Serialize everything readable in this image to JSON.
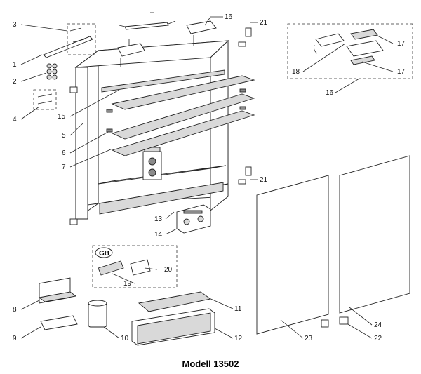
{
  "title": "Modell 13502",
  "inset_label": "GB",
  "labels": {
    "p1": "1",
    "p2": "2",
    "p3": "3",
    "p4": "4",
    "p5": "5",
    "p6": "6",
    "p7": "7",
    "p8": "8",
    "p9": "9",
    "p10": "10",
    "p11": "11",
    "p12": "12",
    "p13": "13",
    "p14": "14",
    "p15": "15",
    "p16a": "16",
    "p16b": "16",
    "p17a": "17",
    "p17b": "17",
    "p18": "18",
    "p19": "19",
    "p20": "20",
    "p21a": "21",
    "p21b": "21",
    "p22": "22",
    "p23": "23",
    "p24": "24"
  }
}
